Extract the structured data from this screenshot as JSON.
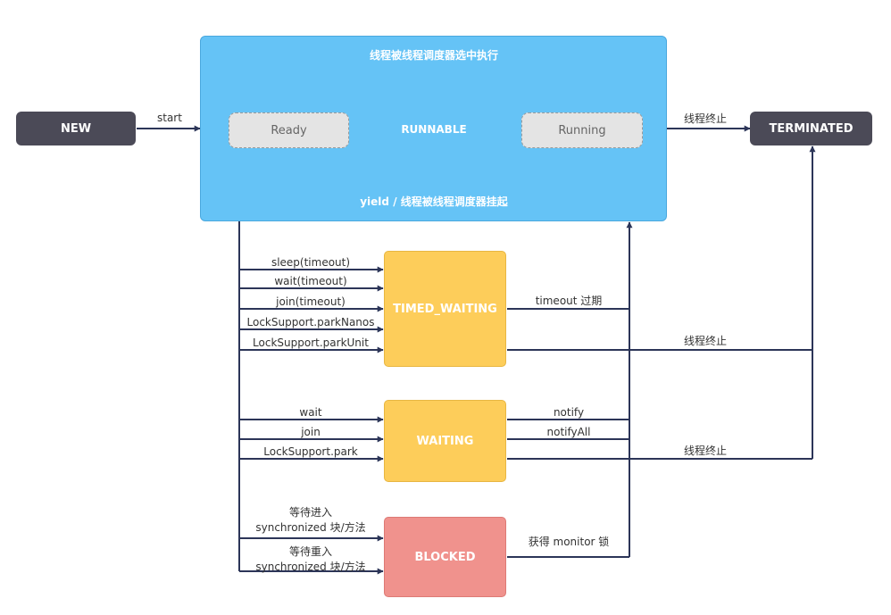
{
  "states": {
    "new": "NEW",
    "runnable": "RUNNABLE",
    "ready": "Ready",
    "running": "Running",
    "terminated": "TERMINATED",
    "timed_waiting": "TIMED_WAITING",
    "waiting": "WAITING",
    "blocked": "BLOCKED"
  },
  "labels": {
    "start": "start",
    "runnable_top": "线程被线程调度器选中执行",
    "runnable_bottom": "yield / 线程被线程调度器挂起",
    "terminate_runnable": "线程终止",
    "terminate_timed": "线程终止",
    "terminate_waiting": "线程终止",
    "timeout": "timeout 过期",
    "notify": "notify",
    "notify_all": "notifyAll",
    "acquire_monitor": "获得 monitor 锁"
  },
  "timed_waiting_calls": [
    "sleep(timeout)",
    "wait(timeout)",
    "join(timeout)",
    "LockSupport.parkNanos",
    "LockSupport.parkUnit"
  ],
  "waiting_calls": [
    "wait",
    "join",
    "LockSupport.park"
  ],
  "blocked_calls": [
    {
      "line1": "等待进入",
      "line2": "synchronized 块/方法"
    },
    {
      "line1": "等待重入",
      "line2": "synchronized 块/方法"
    }
  ],
  "colors": {
    "dark_node": "#4b4a57",
    "runnable": "#65c3f6",
    "waiting": "#fdcd5a",
    "blocked": "#f0928d",
    "arrow": "#2c3558"
  }
}
